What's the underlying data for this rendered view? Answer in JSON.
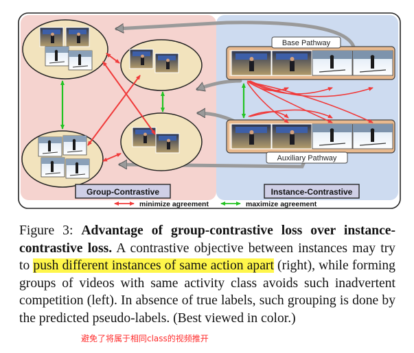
{
  "figure": {
    "base_pathway_label": "Base Pathway",
    "auxiliary_pathway_label": "Auxiliary Pathway",
    "group_panel_label": "Group-Contrastive",
    "instance_panel_label": "Instance-Contrastive",
    "legend": {
      "minimize": "minimize agreement",
      "maximize": "maximize agreement"
    },
    "colors": {
      "group_bg": "#f5d3cf",
      "instance_bg": "#cddbf0",
      "oval_fill": "#f2e3bd",
      "pathway_fill": "#e8b98e",
      "red_arrow": "#f03a3a",
      "green_arrow": "#22c322",
      "gray_arrow": "#8f8f8f"
    }
  },
  "caption": {
    "figure_label": "Figure 3:",
    "bold_title": "Advantage of group-contrastive loss over instance-contrastive loss.",
    "text_before_highlight": "A contrastive objective between instances may try to",
    "highlight": "push different instances of same action apart",
    "text_after_highlight": "(right), while forming groups of videos with same activity class avoids such inadvertent competition (left). In absence of true labels, such grouping is done by the predicted pseudo-labels. (Best viewed in color.)"
  },
  "annotation": "避免了将属于相同class的视频推开"
}
